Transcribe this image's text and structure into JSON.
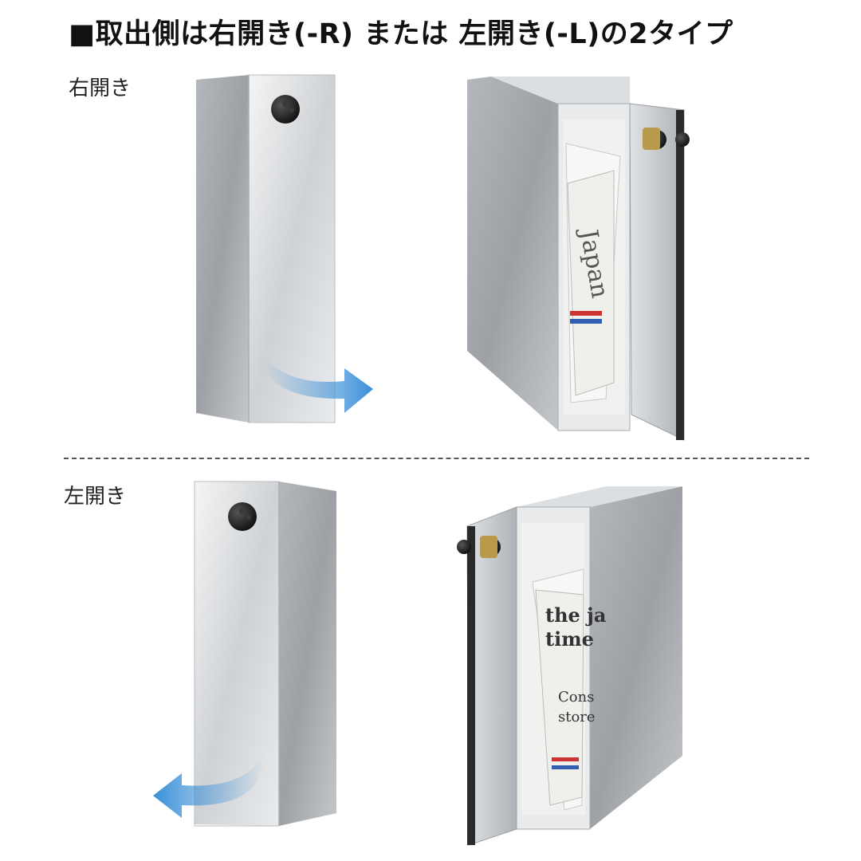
{
  "heading": "■取出側は右開き(-R) または 左開き(-L)の2タイプ",
  "sections": {
    "right": {
      "label": "右開き"
    },
    "left": {
      "label": "左開き"
    }
  },
  "colors": {
    "arrow": "#3a8fd8",
    "body_light": "#e4e6e8",
    "body_dark": "#9ea2a6",
    "knob": "#1c1c1c"
  },
  "icons": [
    "dial-lock-icon",
    "open-direction-arrow-icon",
    "key-lock-icon"
  ]
}
